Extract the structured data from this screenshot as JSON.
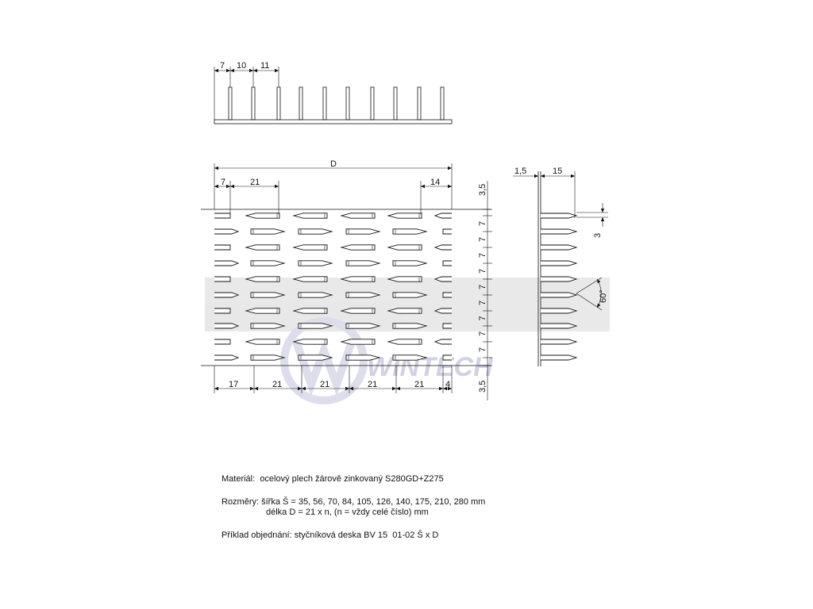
{
  "drawing": {
    "top_dims": [
      "7",
      "10",
      "11"
    ],
    "main_dims": {
      "overall": "D",
      "left": "7",
      "span": "21",
      "right": "14",
      "bottom": [
        "17",
        "21",
        "21",
        "21",
        "21",
        "4"
      ],
      "right_top": "3,5",
      "right_pitch": "7",
      "right_bottom": "3,5"
    },
    "side_dims": {
      "thickness": "1,5",
      "tooth_length": "15",
      "tip": "3",
      "angle": "60°"
    },
    "watermark": "WINTECH"
  },
  "notes": {
    "material_label": "Materiál:",
    "material_value": "ocelový plech žárově zinkovaný S280GD+Z275",
    "dimensions_label": "Rozměry:",
    "dimensions_line1": "šířka Š = 35, 56, 70, 84, 105, 126, 140, 175, 210, 280 mm",
    "dimensions_line2": "délka D = 21 x n, (n = vždy celé číslo) mm",
    "order_label": "Příklad objednání:",
    "order_value": "styčníková deska BV 15  01-02 Š x D"
  }
}
